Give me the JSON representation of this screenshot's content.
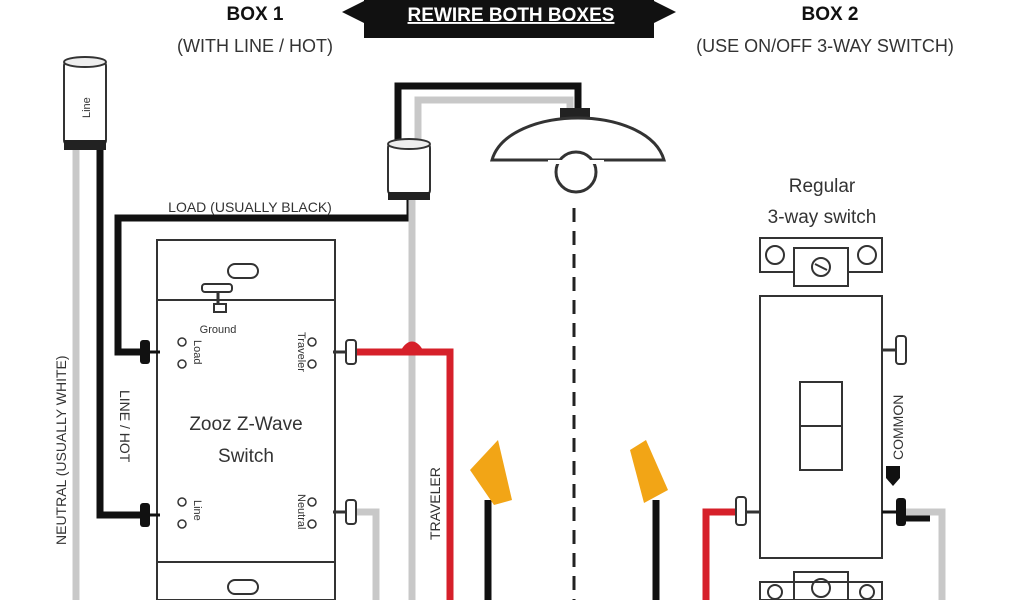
{
  "header": {
    "box1_title": "BOX 1",
    "box1_subtitle": "(WITH LINE / HOT)",
    "center_banner": "REWIRE BOTH BOXES",
    "box2_title": "BOX 2",
    "box2_subtitle": "(USE ON/OFF 3-WAY SWITCH)"
  },
  "labels": {
    "line_connector": "Line",
    "load_wire": "LOAD (USUALLY BLACK)",
    "neutral_wire": "NEUTRAL (USUALLY WHITE)",
    "line_hot_wire": "LINE / HOT",
    "traveler_wire": "TRAVELER",
    "common_terminal": "COMMON"
  },
  "zooz_switch": {
    "name_line1": "Zooz Z-Wave",
    "name_line2": "Switch",
    "terminal_load": "Load",
    "terminal_ground": "Ground",
    "terminal_traveler": "Traveler",
    "terminal_line": "Line",
    "terminal_neutral": "Neutral"
  },
  "regular_switch": {
    "label_line1": "Regular",
    "label_line2": "3-way switch"
  },
  "colors": {
    "hot_wire": "#111111",
    "neutral_wire": "#c8c8c8",
    "traveler_wire": "#d6202a",
    "wire_nut": "#f2a516",
    "outline": "#333333"
  }
}
